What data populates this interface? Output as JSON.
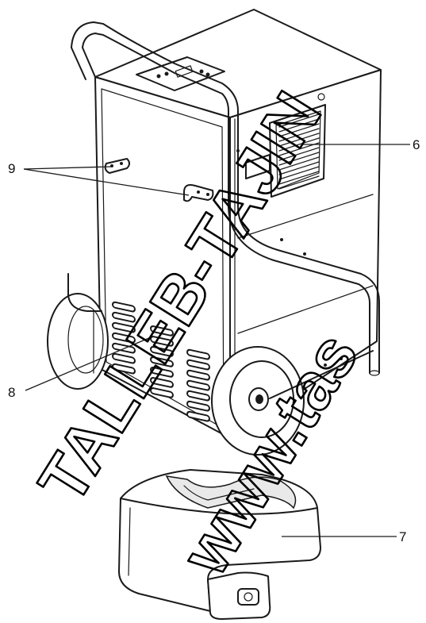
{
  "diagram": {
    "callouts": {
      "c6": "6",
      "c7": "7",
      "c8": "8",
      "c9": "9"
    },
    "watermarks": {
      "primary": "TALLEB-TAJIN",
      "secondary": "www.tas"
    },
    "colors": {
      "line": "#1a1a1a",
      "background": "#ffffff",
      "shade": "#e9e9e9"
    }
  }
}
